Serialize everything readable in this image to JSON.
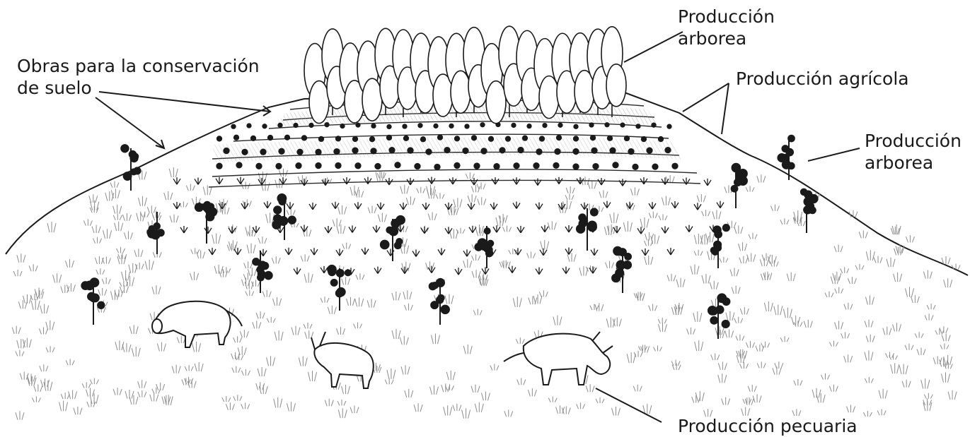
{
  "labels": {
    "obras": {
      "line1": "Obras para la conservación",
      "line2": "de suelo"
    },
    "arborea_top": {
      "line1": "Producción",
      "line2": "arborea"
    },
    "agricola": {
      "line1": "Producción agrícola"
    },
    "arborea_right": {
      "line1": "Producción",
      "line2": "arborea"
    },
    "pecuaria": {
      "line1": "Producción pecuaria"
    }
  },
  "colors": {
    "ink": "#1a1a1a",
    "shade": "#8a8a8a",
    "paper": "#ffffff"
  }
}
